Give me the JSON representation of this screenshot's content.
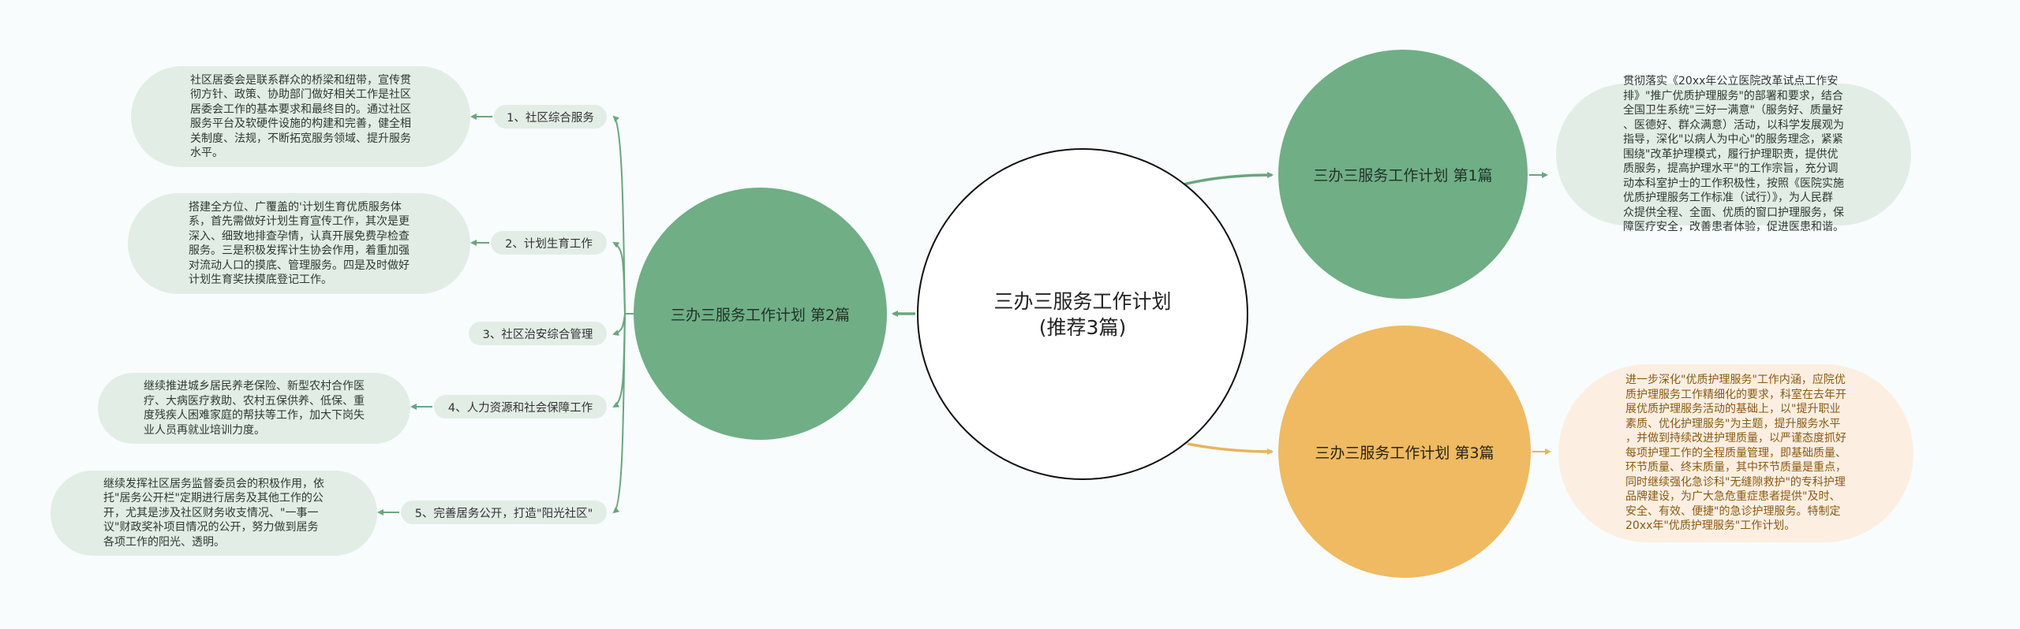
{
  "root": {
    "title": "三办三服务工作计划(推荐3篇)"
  },
  "colors": {
    "background": "#f8fcfd",
    "green_main": "#70ae86",
    "green_light": "#e2ede6",
    "green_line": "#6aa67e",
    "orange_main": "#efba62",
    "orange_light": "#fcefe2",
    "orange_text": "#8a5a12",
    "root_border": "#111111"
  },
  "branches": [
    {
      "title": "三办三服务工作计划 第1篇",
      "color": "green",
      "detail": "贯彻落实《20xx年公立医院改革试点工作安\n排》\"推广优质护理服务\"的部署和要求，结合\n全国卫生系统\"三好一满意\"（服务好、质量好\n、医德好、群众满意）活动，以科学发展观为\n指导，深化\"以病人为中心\"的服务理念，紧紧\n围绕\"改革护理模式，履行护理职责，提供优\n质服务，提高护理水平\"的工作宗旨，充分调\n动本科室护士的工作积极性，按照《医院实施\n优质护理服务工作标准（试行）》，为人民群\n众提供全程、全面、优质的窗口护理服务，保\n障医疗安全，改善患者体验，促进医患和谐。"
    },
    {
      "title": "三办三服务工作计划 第2篇",
      "color": "green",
      "items": [
        {
          "label": "1、社区综合服务",
          "detail": "社区居委会是联系群众的桥梁和纽带，宣传贯\n彻方针、政策、协助部门做好相关工作是社区\n居委会工作的基本要求和最终目的。通过社区\n服务平台及软硬件设施的构建和完善，健全相\n关制度、法规，不断拓宽服务领域、提升服务\n水平。"
        },
        {
          "label": "2、计划生育工作",
          "detail": "搭建全方位、广覆盖的'计划生育优质服务体\n系，首先需做好计划生育宣传工作，其次是更\n深入、细致地排查孕情，认真开展免费孕检查\n服务。三是积极发挥计生协会作用，着重加强\n对流动人口的摸底、管理服务。四是及时做好\n计划生育奖扶摸底登记工作。"
        },
        {
          "label": "3、社区治安综合管理",
          "detail": null
        },
        {
          "label": "4、人力资源和社会保障工作",
          "detail": "继续推进城乡居民养老保险、新型农村合作医\n疗、大病医疗救助、农村五保供养、低保、重\n度残疾人困难家庭的帮扶等工作，加大下岗失\n业人员再就业培训力度。"
        },
        {
          "label": "5、完善居务公开，打造\"阳光社区\"",
          "detail": "继续发挥社区居务监督委员会的积极作用，依\n托\"居务公开栏\"定期进行居务及其他工作的公\n开，尤其是涉及社区财务收支情况、\"一事一\n议\"财政奖补项目情况的公开，努力做到居务\n各项工作的阳光、透明。"
        }
      ]
    },
    {
      "title": "三办三服务工作计划 第3篇",
      "color": "orange",
      "detail": "进一步深化\"优质护理服务\"工作内涵，应院优\n质护理服务工作精细化的要求，科室在去年开\n展优质护理服务活动的基础上，以\"提升职业\n素质、优化护理服务\"为主题，提升服务水平\n，并做到持续改进护理质量，以严谨态度抓好\n每项护理工作的全程质量管理，即基础质量、\n环节质量、终末质量，其中环节质量是重点，\n同时继续强化急诊科\"无缝隙救护\"的专科护理\n品牌建设，为广大急危重症患者提供\"及时、\n安全、有效、便捷\"的急诊护理服务。特制定\n20xx年\"优质护理服务\"工作计划。"
    }
  ]
}
